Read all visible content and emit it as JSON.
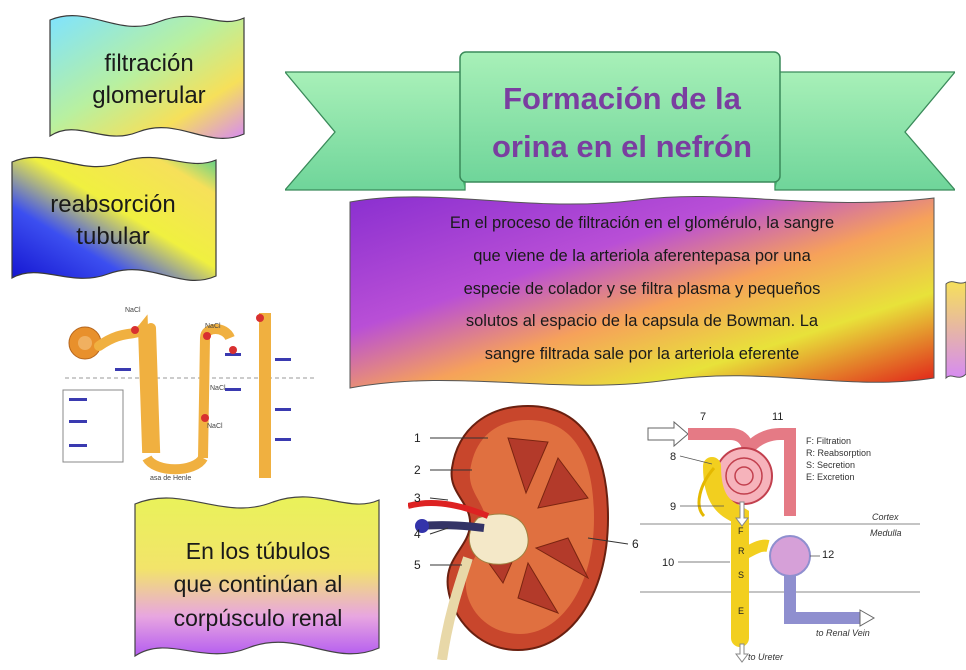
{
  "banner": {
    "title_line1": "Formación de la",
    "title_line2": "orina en el nefrón"
  },
  "cards": {
    "filtracion": {
      "line1": "filtración",
      "line2": "glomerular"
    },
    "reabsorcion": {
      "line1": "reabsorción",
      "line2": "tubular"
    },
    "tubulos": {
      "line1": "En los túbulos",
      "line2": "que continúan al",
      "line3": "corpúsculo renal"
    },
    "proceso": {
      "line1": "En el proceso de filtración en el glomérulo, la sangre",
      "line2": "que viene de la arteriola aferentepasa por una",
      "line3": "especie de colador  y se filtra plasma y pequeños",
      "line4": "solutos al espacio de la capsula de Bowman. La",
      "line5": "sangre filtrada sale por la arteriola eferente"
    }
  },
  "kidney_diagram": {
    "labels": [
      "1",
      "2",
      "3",
      "4",
      "5",
      "6"
    ]
  },
  "nephron_diagram": {
    "numbers": [
      "7",
      "11",
      "8",
      "9",
      "10",
      "12"
    ],
    "legend": [
      "F: Filtration",
      "R: Reabsorption",
      "S: Secretion",
      "E: Excretion"
    ],
    "cortex": "Cortex",
    "medulla": "Medulla",
    "to_renal_vein": "to Renal Vein",
    "to_ureter": "to Ureter",
    "letters": [
      "F",
      "R",
      "S",
      "E"
    ]
  },
  "tubule_diagram": {
    "labels": [
      "NaCl",
      "NaCl",
      "NaCl",
      "NaCl",
      "asa de Henle"
    ]
  },
  "colors": {
    "banner_green": "#8fe3a3",
    "banner_green_dark": "#4fbf7a",
    "title_purple": "#7a3ea0",
    "kidney_cortex": "#c8462c",
    "nephron_red": "#e57a85",
    "nephron_yellow": "#f2cf1f",
    "nephron_blue": "#8f8fcf"
  }
}
